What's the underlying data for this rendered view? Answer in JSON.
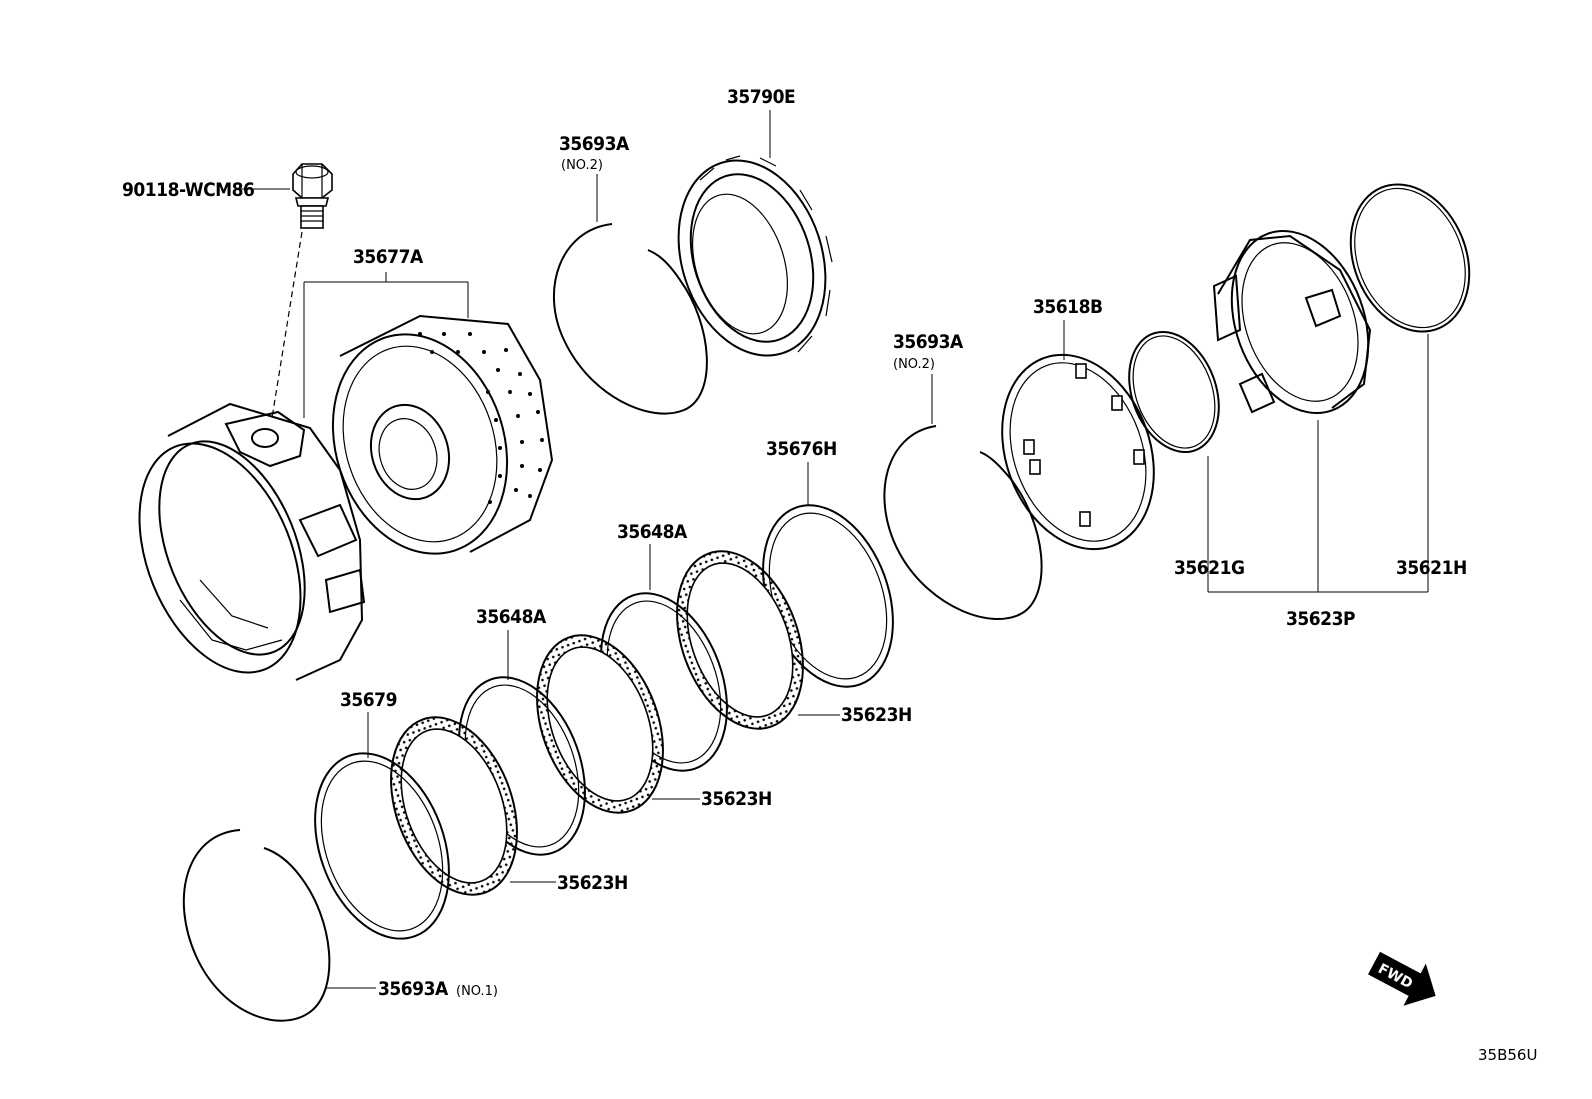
{
  "diagram_code": "35B56U",
  "fwd_label": "FWD",
  "callouts": {
    "plug_bolt": "90118-WCM86",
    "drum_assembly": "35677A",
    "snap_ring_upper": "35693A",
    "snap_ring_upper_note": "(NO.2)",
    "one_way_clutch": "35790E",
    "snap_ring_mid": "35693A",
    "snap_ring_mid_note": "(NO.2)",
    "return_spring": "35618B",
    "seal_inner": "35621G",
    "seal_outer": "35621H",
    "piston_kit": "35623P",
    "flange_plate": "35676H",
    "plate_upper": "35648A",
    "plate_lower": "35648A",
    "disc_1": "35623H",
    "disc_2": "35623H",
    "disc_3": "35623H",
    "pressure_plate": "35679",
    "snap_ring_lower": "35693A",
    "snap_ring_lower_note": "(NO.1)"
  }
}
